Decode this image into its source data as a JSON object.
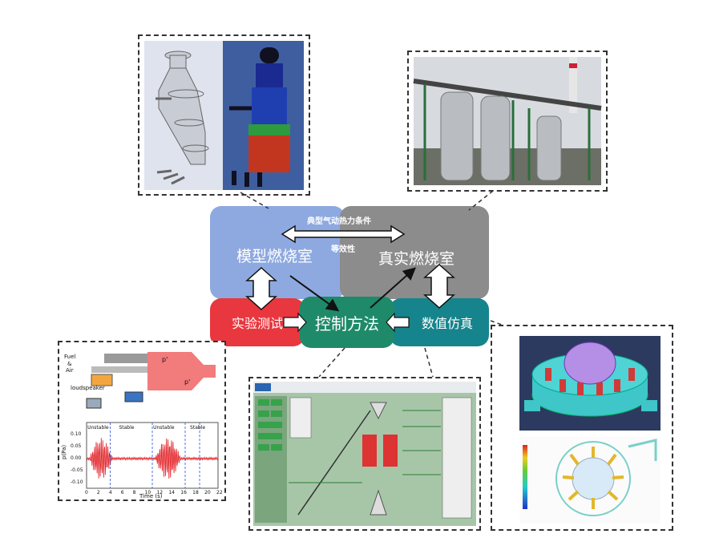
{
  "boxes": {
    "model_chamber": "模型燃烧室",
    "real_chamber": "真实燃烧室",
    "experiment": "实验测试",
    "control": "控制方法",
    "simulation": "数值仿真"
  },
  "relations": {
    "thermo_conditions": "典型气动热力条件",
    "equivalence": "等效性"
  },
  "plot": {
    "labels": {
      "fuel": "Fuel",
      "amp": "&",
      "air": "Air",
      "loudspeaker": "loudspeaker",
      "p_prime": "p'",
      "ylabel": "p(Pa)",
      "xlabel": "Time (s)"
    },
    "phases": [
      "Unstable",
      "Stable",
      "Unstable",
      "Stable"
    ],
    "yticks": [
      "0.10",
      "0.05",
      "0.00",
      "-0.05",
      "-0.10"
    ],
    "xticks": [
      "0",
      "2",
      "4",
      "6",
      "8",
      "10",
      "12",
      "14",
      "16",
      "18",
      "20",
      "22"
    ]
  },
  "colors": {
    "model": "#8ea9e0",
    "real": "#8c8c8c",
    "experiment": "#e8373f",
    "control": "#1f8a69",
    "simulation": "#16848c"
  }
}
